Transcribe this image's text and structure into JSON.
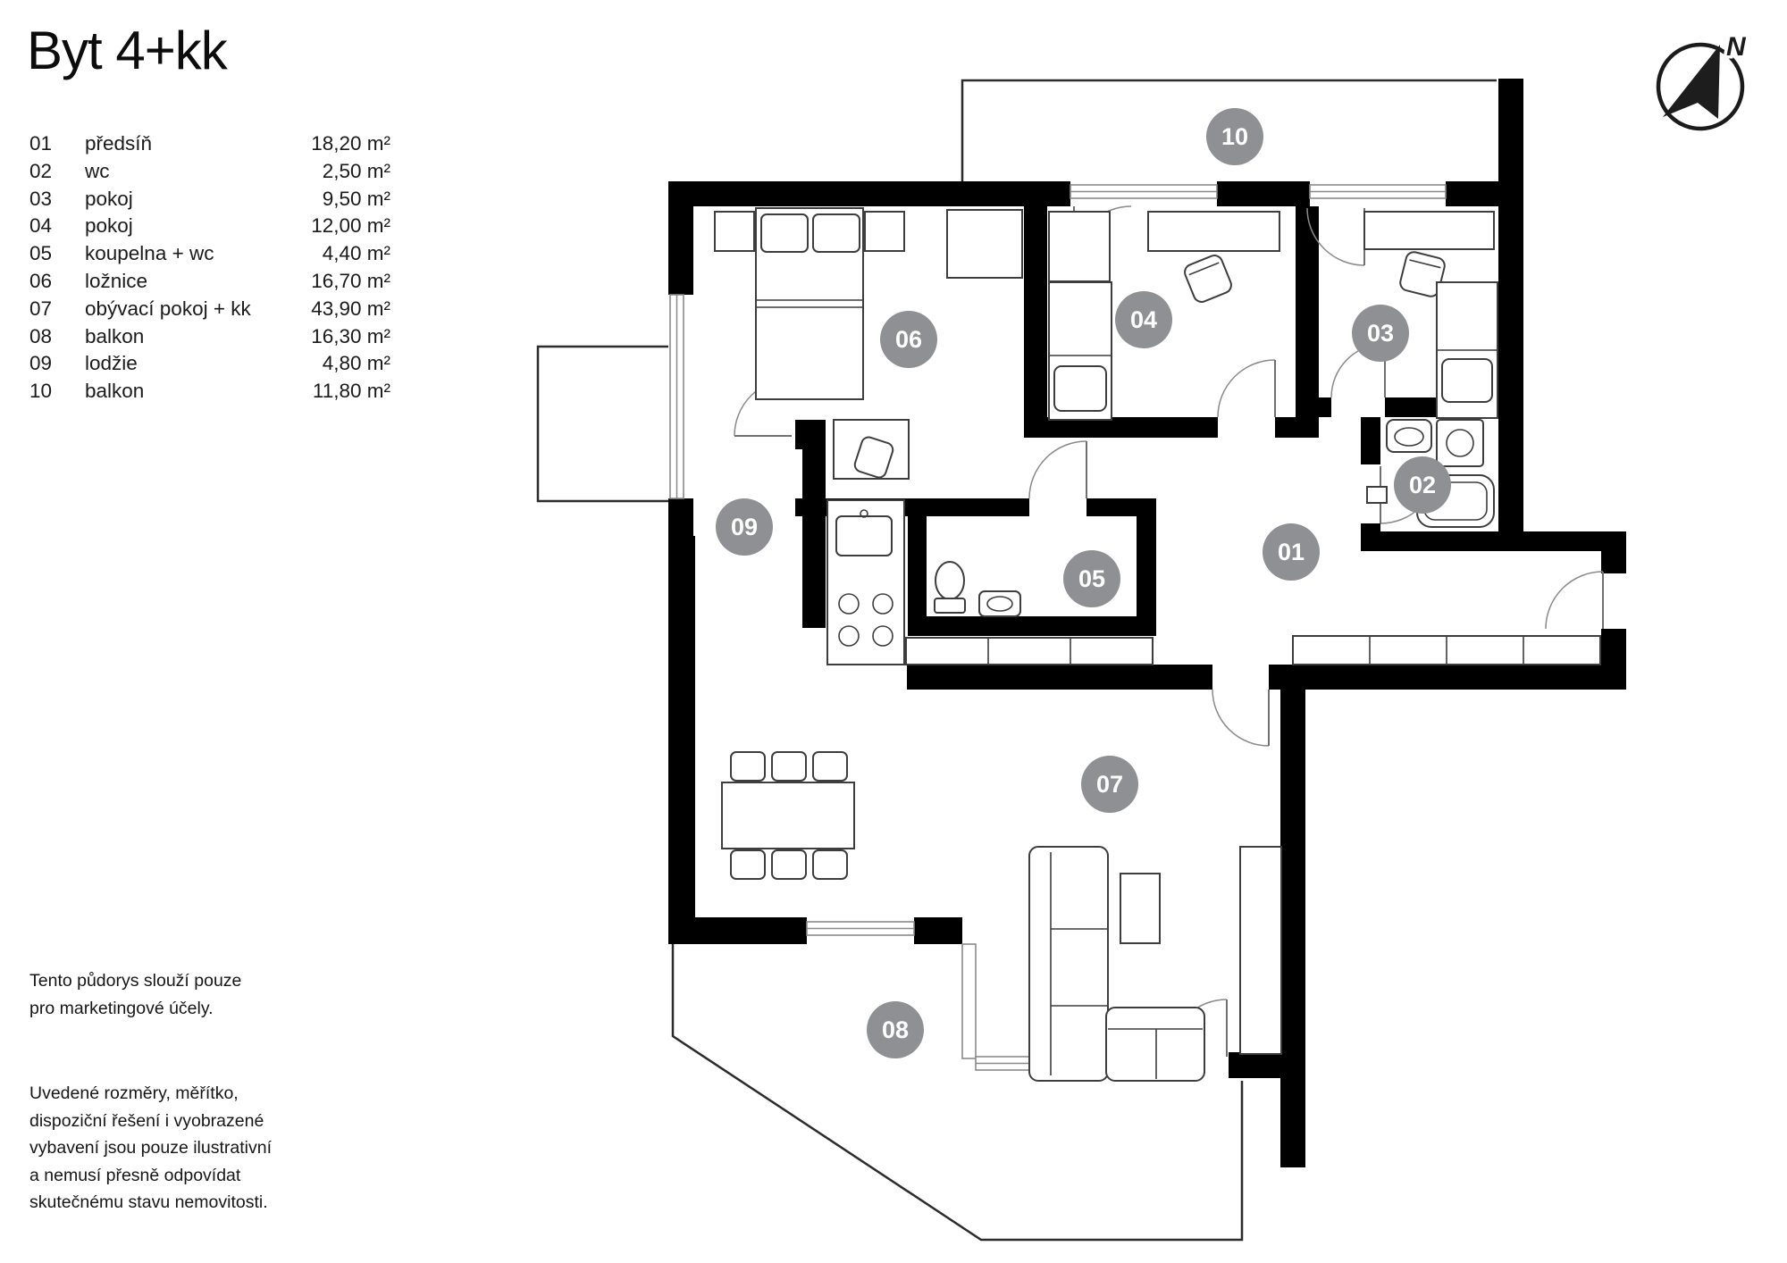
{
  "title": "Byt 4+kk",
  "legend": {
    "rooms": [
      {
        "num": "01",
        "name": "předsíň",
        "area": "18,20 m²"
      },
      {
        "num": "02",
        "name": "wc",
        "area": "2,50 m²"
      },
      {
        "num": "03",
        "name": "pokoj",
        "area": "9,50 m²"
      },
      {
        "num": "04",
        "name": "pokoj",
        "area": "12,00 m²"
      },
      {
        "num": "05",
        "name": "koupelna + wc",
        "area": "4,40 m²"
      },
      {
        "num": "06",
        "name": "ložnice",
        "area": "16,70 m²"
      },
      {
        "num": "07",
        "name": "obývací pokoj + kk",
        "area": "43,90 m²"
      },
      {
        "num": "08",
        "name": "balkon",
        "area": "16,30 m²"
      },
      {
        "num": "09",
        "name": "lodžie",
        "area": "4,80 m²"
      },
      {
        "num": "10",
        "name": "balkon",
        "area": "11,80 m²"
      }
    ]
  },
  "disclaimer": {
    "p1": "Tento půdorys slouží pouze\npro marketingové účely.",
    "p2": "Uvedené rozměry, měřítko,\ndispoziční řešení i vyobrazené\nvybavení jsou pouze ilustrativní\na nemusí přesně odpovídat\nskutečnému stavu nemovitosti."
  },
  "compass": {
    "label": "N"
  },
  "colors": {
    "wall": "#000000",
    "badge": "#8f9093",
    "badge_text": "#ffffff"
  }
}
